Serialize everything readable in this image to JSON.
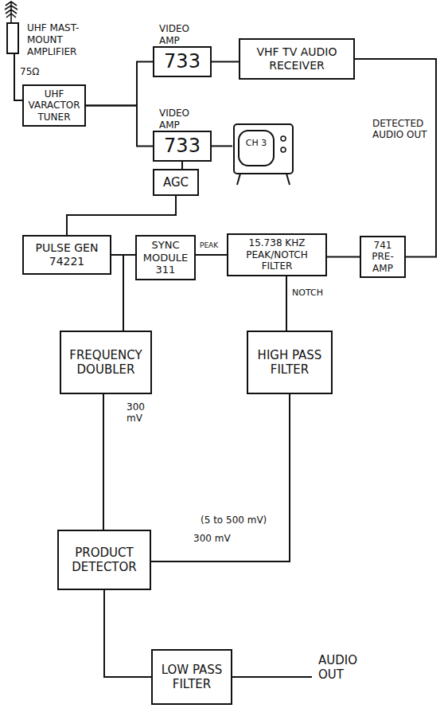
{
  "diagram": {
    "nodes": [
      {
        "text": [
          "UHF MAST-MOUNT AMPLIFIER"
        ]
      },
      {
        "text": [
          "UHF VARACTOR TUNER"
        ]
      },
      {
        "text": [
          "VIDEO AMP",
          "733"
        ]
      },
      {
        "text": [
          "VHF TV AUDIO RECEIVER"
        ]
      },
      {
        "text": [
          "VIDEO AMP",
          "733"
        ]
      },
      {
        "text": [
          "CH 3"
        ]
      },
      {
        "text": [
          "AGC"
        ]
      },
      {
        "text": [
          "PULSE GEN 74221"
        ]
      },
      {
        "text": [
          "SYNC MODULE 311"
        ]
      },
      {
        "text": [
          "15.738 KHZ PEAK/NOTCH FILTER"
        ]
      },
      {
        "text": [
          "741 PRE-AMP"
        ]
      },
      {
        "text": [
          "FREQUENCY DOUBLER"
        ]
      },
      {
        "text": [
          "HIGH PASS FILTER"
        ]
      },
      {
        "text": [
          "PRODUCT DETECTOR"
        ]
      },
      {
        "text": [
          "LOW PASS FILTER"
        ]
      }
    ],
    "edges": [
      {
        "from": 0,
        "to": 1,
        "label": "75Ω",
        "arrow": "none"
      },
      {
        "from": 1,
        "to": 2,
        "arrow": "none"
      },
      {
        "from": 1,
        "to": 4,
        "arrow": "none"
      },
      {
        "from": 2,
        "to": 3,
        "arrow": "none"
      },
      {
        "from": 4,
        "to": 5,
        "arrow": "none"
      },
      {
        "from": 4,
        "to": 6,
        "arrow": "none"
      },
      {
        "from": 6,
        "to": 7,
        "arrow": "none"
      },
      {
        "from": 7,
        "to": 8,
        "arrow": "none"
      },
      {
        "from": 3,
        "to": 10,
        "arrow": "none"
      },
      {
        "from": 10,
        "to": 9,
        "arrow": "none"
      },
      {
        "from": 9,
        "to": 8,
        "label": "PEAK",
        "arrow": "none"
      },
      {
        "from": 9,
        "to": 12,
        "label": "NOTCH",
        "arrow": "none"
      },
      {
        "from": 7,
        "to": 11,
        "arrow": "none"
      },
      {
        "from": 11,
        "to": 13,
        "label": "300 mV",
        "arrow": "none"
      },
      {
        "from": 12,
        "to": 13,
        "label": "300 mV",
        "arrow": "none"
      },
      {
        "from": 13,
        "to": 14,
        "arrow": "none"
      }
    ],
    "labels": [
      "DETECTED AUDIO OUT",
      "AUDIO OUT",
      "(5 to 500 mV)"
    ]
  }
}
